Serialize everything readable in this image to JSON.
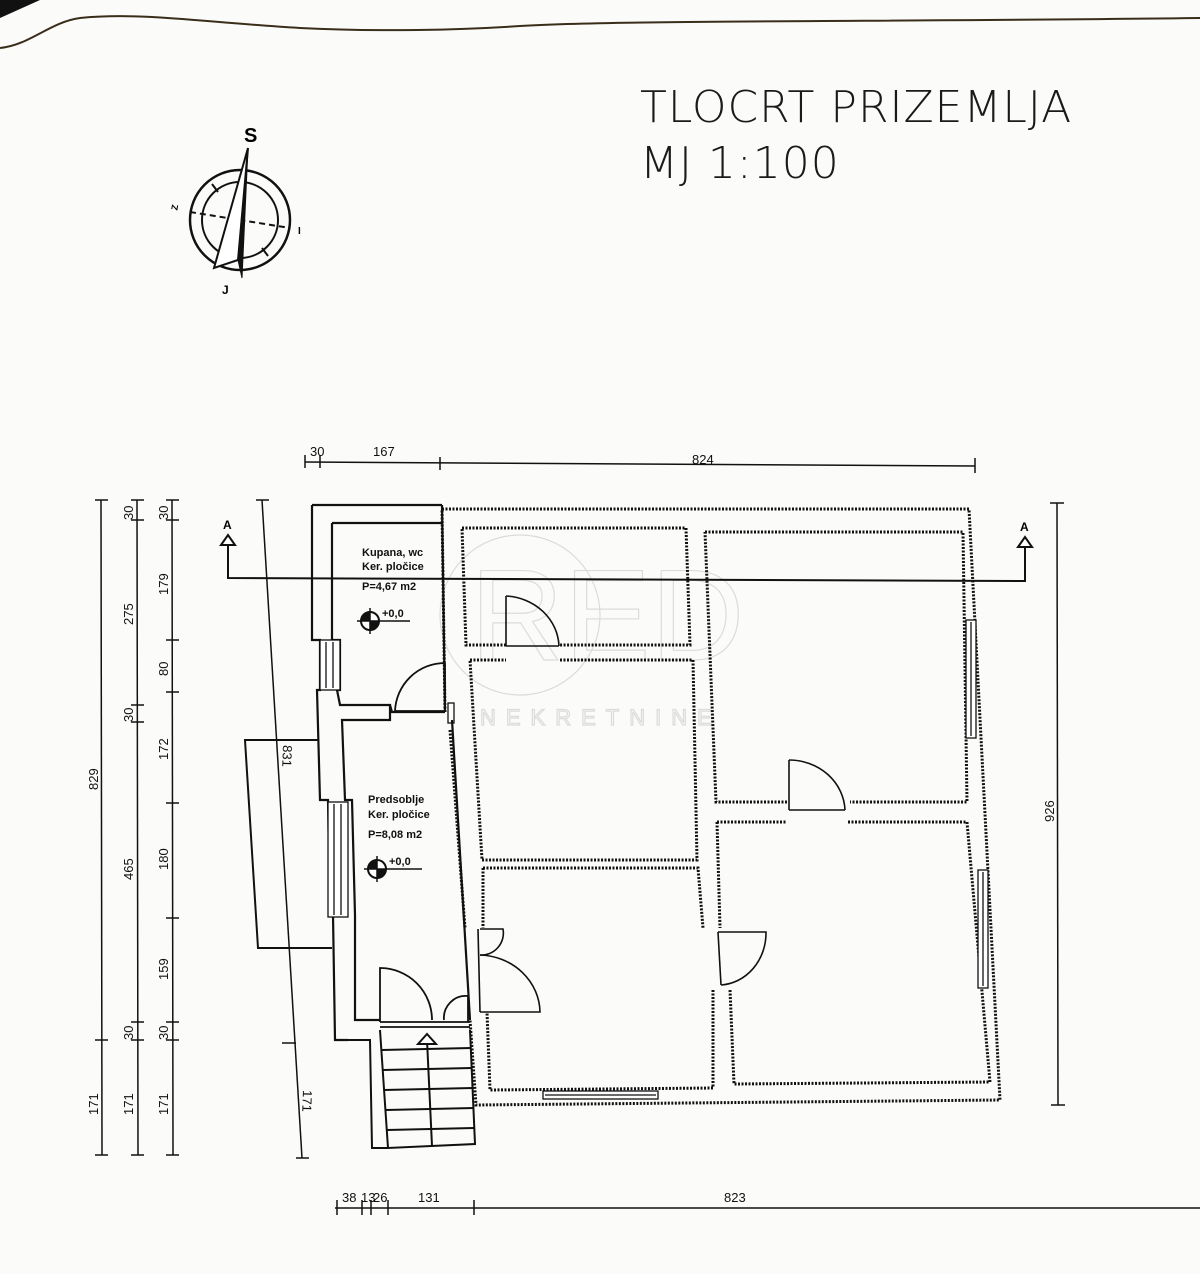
{
  "title": {
    "line1": "TLOCRT PRIZEMLJA",
    "line2": "MJ 1:100"
  },
  "compass": {
    "north_label": "S",
    "south_label": "J",
    "east_label": "I",
    "west_label": "Z",
    "icon": "north-arrow-icon"
  },
  "section_marker": {
    "label_left": "A",
    "label_right": "A"
  },
  "watermark": {
    "logo": "RED",
    "subtitle": "NEKRETNINE"
  },
  "rooms": [
    {
      "name": "Kupana, wc",
      "finish": "Ker. pločice",
      "area": "P=4,67 m2",
      "level": "+0,0"
    },
    {
      "name": "Predsoblje",
      "finish": "Ker. pločice",
      "area": "P=8,08 m2",
      "level": "+0,0"
    }
  ],
  "dimensions": {
    "top": [
      "30",
      "167",
      "824"
    ],
    "bottom": [
      "38",
      "13",
      "26",
      "131",
      "823"
    ],
    "left_outer": [
      "829",
      "171"
    ],
    "left_middle": [
      "30",
      "275",
      "30",
      "465",
      "30",
      "171"
    ],
    "left_inner": [
      "30",
      "179",
      "80",
      "172",
      "180",
      "159",
      "30",
      "171"
    ],
    "slanted": [
      "831",
      "171"
    ],
    "right": [
      "926"
    ]
  }
}
